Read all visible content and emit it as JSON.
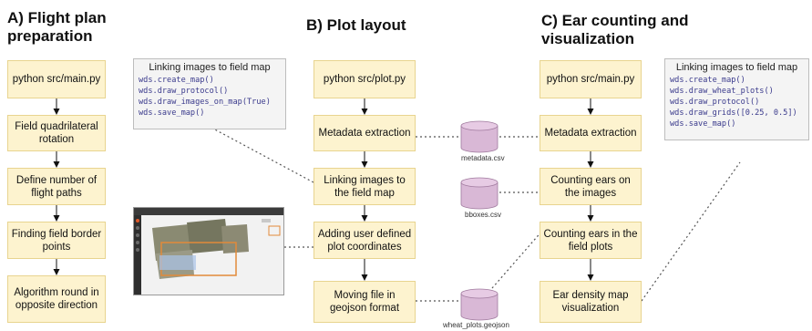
{
  "sections": [
    {
      "title_line1": "A) Flight plan",
      "title_line2": "preparation"
    },
    {
      "title_line1": "B) Plot layout",
      "title_line2": ""
    },
    {
      "title_line1": "C) Ear counting and",
      "title_line2": "visualization"
    }
  ],
  "columnA": [
    "python src/main.py",
    "Field quadrilateral rotation",
    "Define number of flight paths",
    "Finding field  border points",
    "Algorithm round in opposite direction"
  ],
  "columnB": [
    "python src/plot.py",
    "Metadata extraction",
    "Linking images to the field map",
    "Adding user defined plot coordinates",
    "Moving file in geojson format"
  ],
  "columnC": [
    "python src/main.py",
    "Metadata extraction",
    "Counting ears on the images",
    "Counting ears in the field plots",
    "Ear density map visualization"
  ],
  "code_left": {
    "title": "Linking images to field map",
    "lines": [
      "wds.create_map()",
      "wds.draw_protocol()",
      "wds.draw_images_on_map(True)",
      "wds.save_map()"
    ]
  },
  "code_right": {
    "title": "Linking images to field map",
    "lines": [
      "wds.create_map()",
      "wds.draw_wheat_plots()",
      "wds.draw_protocol()",
      "wds.draw_grids([0.25, 0.5])",
      "wds.save_map()"
    ]
  },
  "files": [
    "metadata.csv",
    "bboxes.csv",
    "wheat_plots.geojson"
  ],
  "colors": {
    "box_fill": "#fdf3cf",
    "box_border": "#e8d48f",
    "db_fill": "#d9b8d6",
    "db_stroke": "#a07a9e",
    "code_bg": "#f4f4f4"
  }
}
